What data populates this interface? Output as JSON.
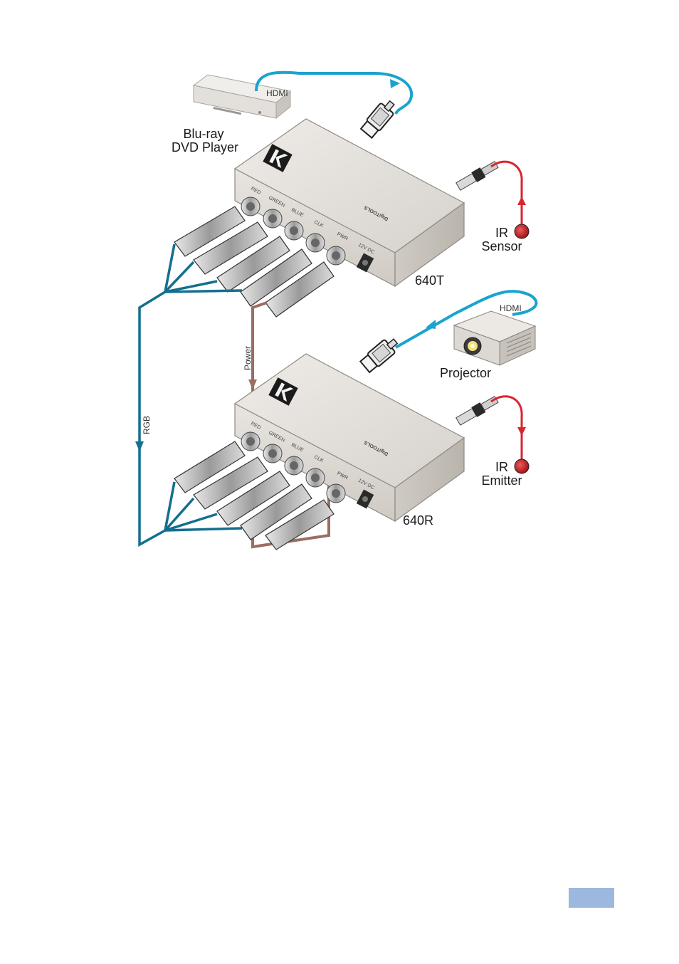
{
  "colors": {
    "hdmi": "#1aa3cf",
    "rgb": "#136f8e",
    "ir": "#d8262f",
    "power": "#9a6e63",
    "device_body": "#d9d6d1",
    "device_front": "#e6e3de",
    "page_badge": "#9db8de"
  },
  "labels": {
    "hdmi_top": "HDMI",
    "player": "Blu-ray",
    "player_line2": "DVD Player",
    "ir_sensor": "IR",
    "ir_sensor_line2": "Sensor",
    "device_top": "640T",
    "hdmi_projector": "HDMI",
    "projector": "Projector",
    "power": "Power",
    "rgb": "RGB",
    "ir_emitter": "IR",
    "ir_emitter_line2": "Emitter",
    "device_bottom": "640R"
  },
  "device_top": {
    "brand": "DigiTOOLS",
    "ports": [
      "RED",
      "GREEN",
      "BLUE",
      "CLK",
      "PWR"
    ],
    "power_port": "12V DC"
  },
  "device_bottom": {
    "brand": "DigiTOOLS",
    "ports": [
      "RED",
      "GREEN",
      "BLUE",
      "CLK",
      "PWR"
    ],
    "power_port": "12V DC"
  },
  "icons": [
    "bluray-player-icon",
    "hdmi-plug-icon",
    "ir-jack-icon",
    "ir-sensor-icon",
    "projector-icon",
    "ir-emitter-icon",
    "bnc-connector-icon",
    "kramer-logo-icon"
  ]
}
